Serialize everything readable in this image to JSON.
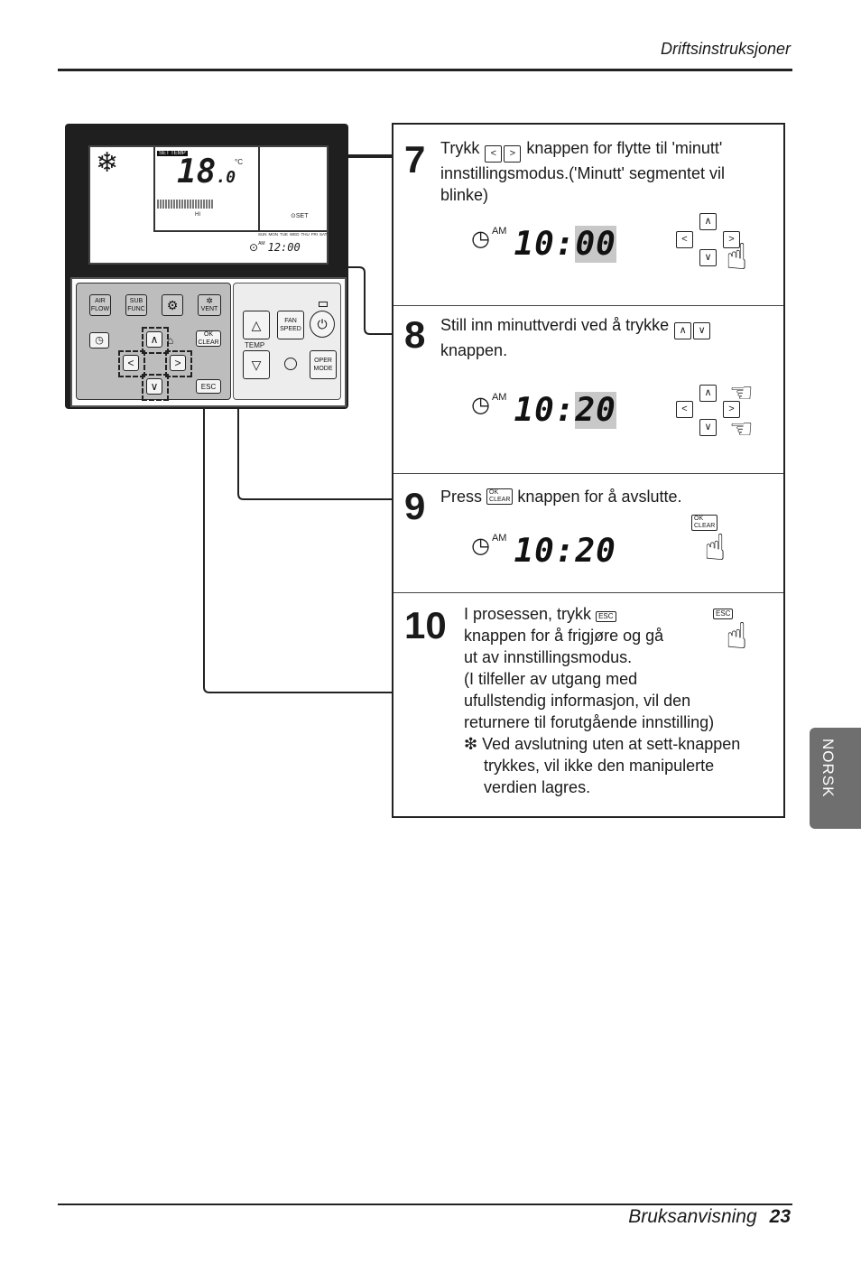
{
  "header": {
    "title": "Driftsinstruksjoner"
  },
  "footer": {
    "manual": "Bruksanvisning",
    "page": "23"
  },
  "language_tab": "NORSK",
  "remote": {
    "lcd": {
      "set_temp_label": "SET TEMP",
      "temp_value": "18",
      "temp_decimal": ".0",
      "unit": "°C",
      "clock_am": "AM",
      "clock_time": "12:00",
      "days": [
        "SUN",
        "MON",
        "TUE",
        "WED",
        "THU",
        "FRI",
        "SAT"
      ],
      "hi_label": "HI",
      "set_label": "SET"
    },
    "keys": {
      "air_flow": "AIR FLOW",
      "sub_func": "SUB FUNC",
      "vent": "VENT",
      "ok_clear": "OK CLEAR",
      "esc": "ESC",
      "fan_speed": "FAN SPEED",
      "temp": "TEMP",
      "oper_mode": "OPER MODE",
      "up": "∧",
      "down": "∨",
      "left": "<",
      "right": ">"
    }
  },
  "steps": [
    {
      "number": "7",
      "text_before": "Trykk",
      "text_after": "knappen for flytte til 'minutt' innstillingsmodus.('Minutt' segmentet vil blinke)",
      "clock_am": "AM",
      "clock_hour": "10:",
      "clock_min": "00"
    },
    {
      "number": "8",
      "text_before": "Still inn minuttverdi ved å trykke",
      "text_after": "knappen.",
      "clock_am": "AM",
      "clock_hour": "10:",
      "clock_min": "20"
    },
    {
      "number": "9",
      "text_before": "Press",
      "text_after": "knappen for å avslutte.",
      "clock_am": "AM",
      "clock_time": "10:20"
    },
    {
      "number": "10",
      "line1_before": "I prosessen, trykk",
      "line2": "knappen for å frigjøre og gå",
      "line3": "ut av innstillingsmodus.",
      "line4": "(I tilfeller av utgang med",
      "line5": "ufullstendig informasjon, vil den",
      "line6": "returnere til forutgående innstilling)",
      "note_symbol": "❇",
      "note1": "Ved avslutning uten at sett-knappen",
      "note2": "trykkes, vil ikke den manipulerte",
      "note3": "verdien lagres."
    }
  ]
}
